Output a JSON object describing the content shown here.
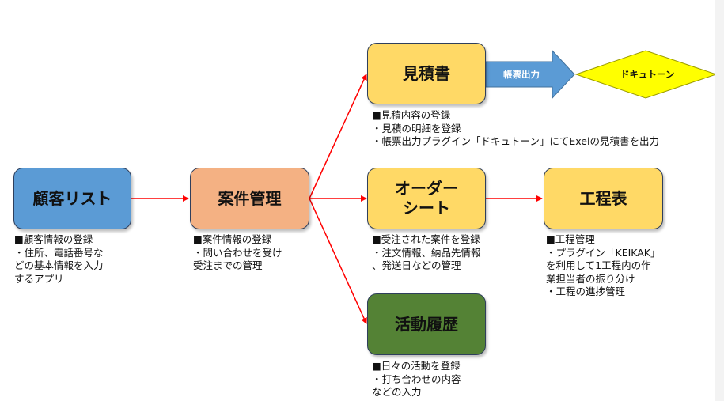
{
  "colors": {
    "customer": "#5b9bd5",
    "case": "#f4b183",
    "yellow": "#ffd966",
    "activity": "#548235",
    "arrow": "#ff0000",
    "output_arrow": "#5b9bd5",
    "diamond": "#ffff00"
  },
  "nodes": {
    "customer_list": "顧客リスト",
    "case_management": "案件管理",
    "estimate": "見積書",
    "order_sheet_line1": "オーダー",
    "order_sheet_line2": "シート",
    "process_table": "工程表",
    "activity_history": "活動履歴"
  },
  "output": {
    "arrow_label": "帳票出力",
    "doc_tool": "ドキュトーン"
  },
  "notes": {
    "customer_list": "■顧客情報の登録\n ・住所、電話番号な\nどの基本情報を入力\nするアプリ",
    "case_management": "■案件情報の登録\n ・問い合わせを受け\n受注までの管理",
    "estimate": "■見積内容の登録\n ・見積の明細を登録\n ・帳票出力プラグイン「ドキュトーン」にてExelの見積書を出力",
    "order_sheet": "■受注された案件を登録\n ・注文情報、納品先情報\n、発送日などの管理",
    "process_table": "■工程管理\n ・プラグイン「KEIKAK」\nを利用して1工程内の作\n業担当者の振り分け\n ・工程の進捗管理",
    "activity_history": "■日々の活動を登録\n ・打ち合わせの内容\nなどの入力"
  }
}
